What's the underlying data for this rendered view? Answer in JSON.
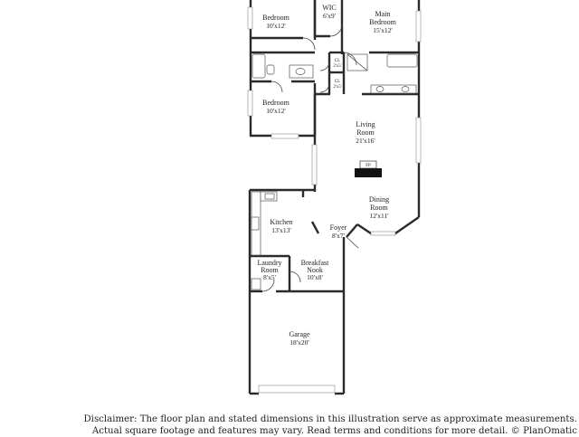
{
  "rooms": {
    "bedroom_top": {
      "name": "Bedroom",
      "dims": "10'x12'"
    },
    "wic": {
      "name": "WIC",
      "dims": "6'x9'"
    },
    "main_bedroom": {
      "name_line1": "Main",
      "name_line2": "Bedroom",
      "dims": "15'x12'"
    },
    "cl_upper": {
      "name": "CL",
      "dims": "2'x5'"
    },
    "cl_lower": {
      "name": "CL",
      "dims": "2'x5'"
    },
    "bedroom_mid": {
      "name": "Bedroom",
      "dims": "10'x12'"
    },
    "living_room": {
      "name_line1": "Living",
      "name_line2": "Room",
      "dims": "21'x16'"
    },
    "fireplace": {
      "label": "FP"
    },
    "dining_room": {
      "name_line1": "Dining",
      "name_line2": "Room",
      "dims": "12'x11'"
    },
    "kitchen": {
      "name": "Kitchen",
      "dims": "13'x13'"
    },
    "foyer": {
      "name": "Foyer",
      "dims": "8'x7'"
    },
    "laundry_room": {
      "name_line1": "Laundry",
      "name_line2": "Room",
      "dims": "8'x5'"
    },
    "breakfast_nook": {
      "name_line1": "Breakfast",
      "name_line2": "Nook",
      "dims": "10'x8'"
    },
    "garage": {
      "name": "Garage",
      "dims": "18'x20'"
    }
  },
  "disclaimer": {
    "line1": "Disclaimer: The floor plan and stated dimensions in this illustration serve as approximate measurements.",
    "line2": "Actual square footage and features may vary. Read terms and conditions for more detail. © PlanOmatic"
  }
}
